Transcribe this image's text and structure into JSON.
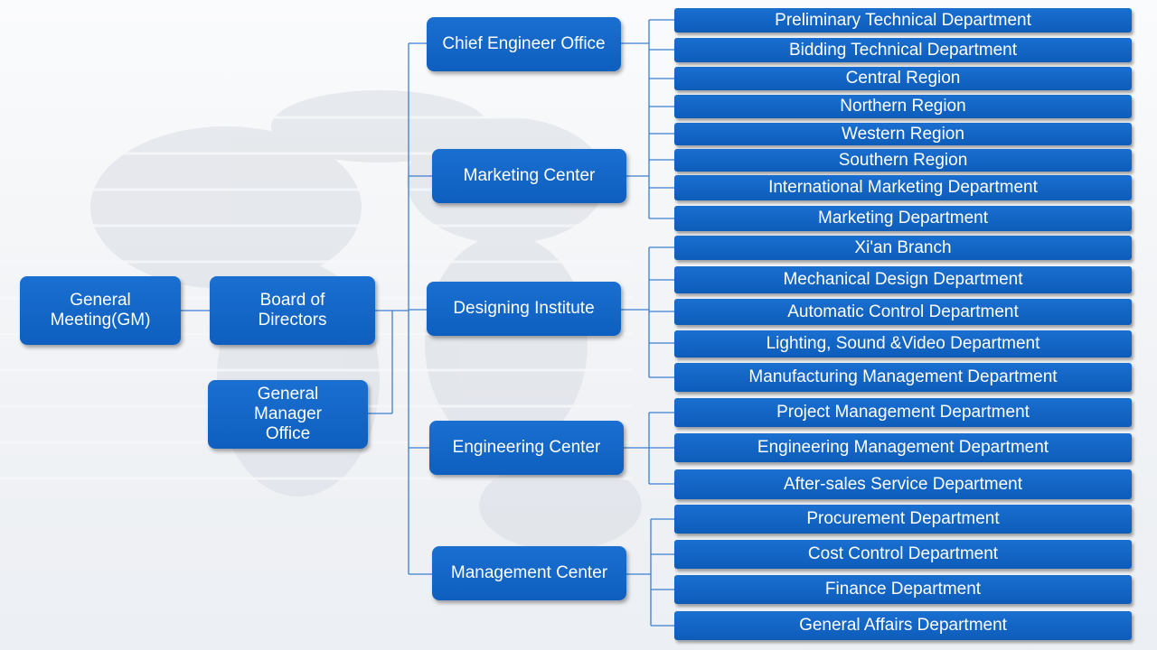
{
  "nodes": {
    "gm": "General Meeting(GM)",
    "board": "Board of Directors",
    "gmo": "General Manager Office",
    "chief": "Chief Engineer Office",
    "marketing": "Marketing Center",
    "design": "Designing Institute",
    "engineering": "Engineering Center",
    "management": "Management Center"
  },
  "departments": {
    "chief": [
      "Preliminary Technical Department",
      "Bidding Technical Department"
    ],
    "marketing": [
      "Central Region",
      "Northern Region",
      "Western Region",
      "Southern Region",
      "International Marketing Department",
      "Marketing Department"
    ],
    "design": [
      "Xi'an Branch",
      "Mechanical Design Department",
      "Automatic Control Department",
      "Lighting, Sound &Video Department",
      "Manufacturing Management Department"
    ],
    "engineering": [
      "Project Management Department",
      "Engineering Management Department",
      "After-sales Service Department"
    ],
    "management": [
      "Procurement Department",
      "Cost Control Department",
      "Finance Department",
      "General Affairs Department"
    ]
  },
  "colors": {
    "box": "#1565c8",
    "connector": "#3d7fcf"
  }
}
